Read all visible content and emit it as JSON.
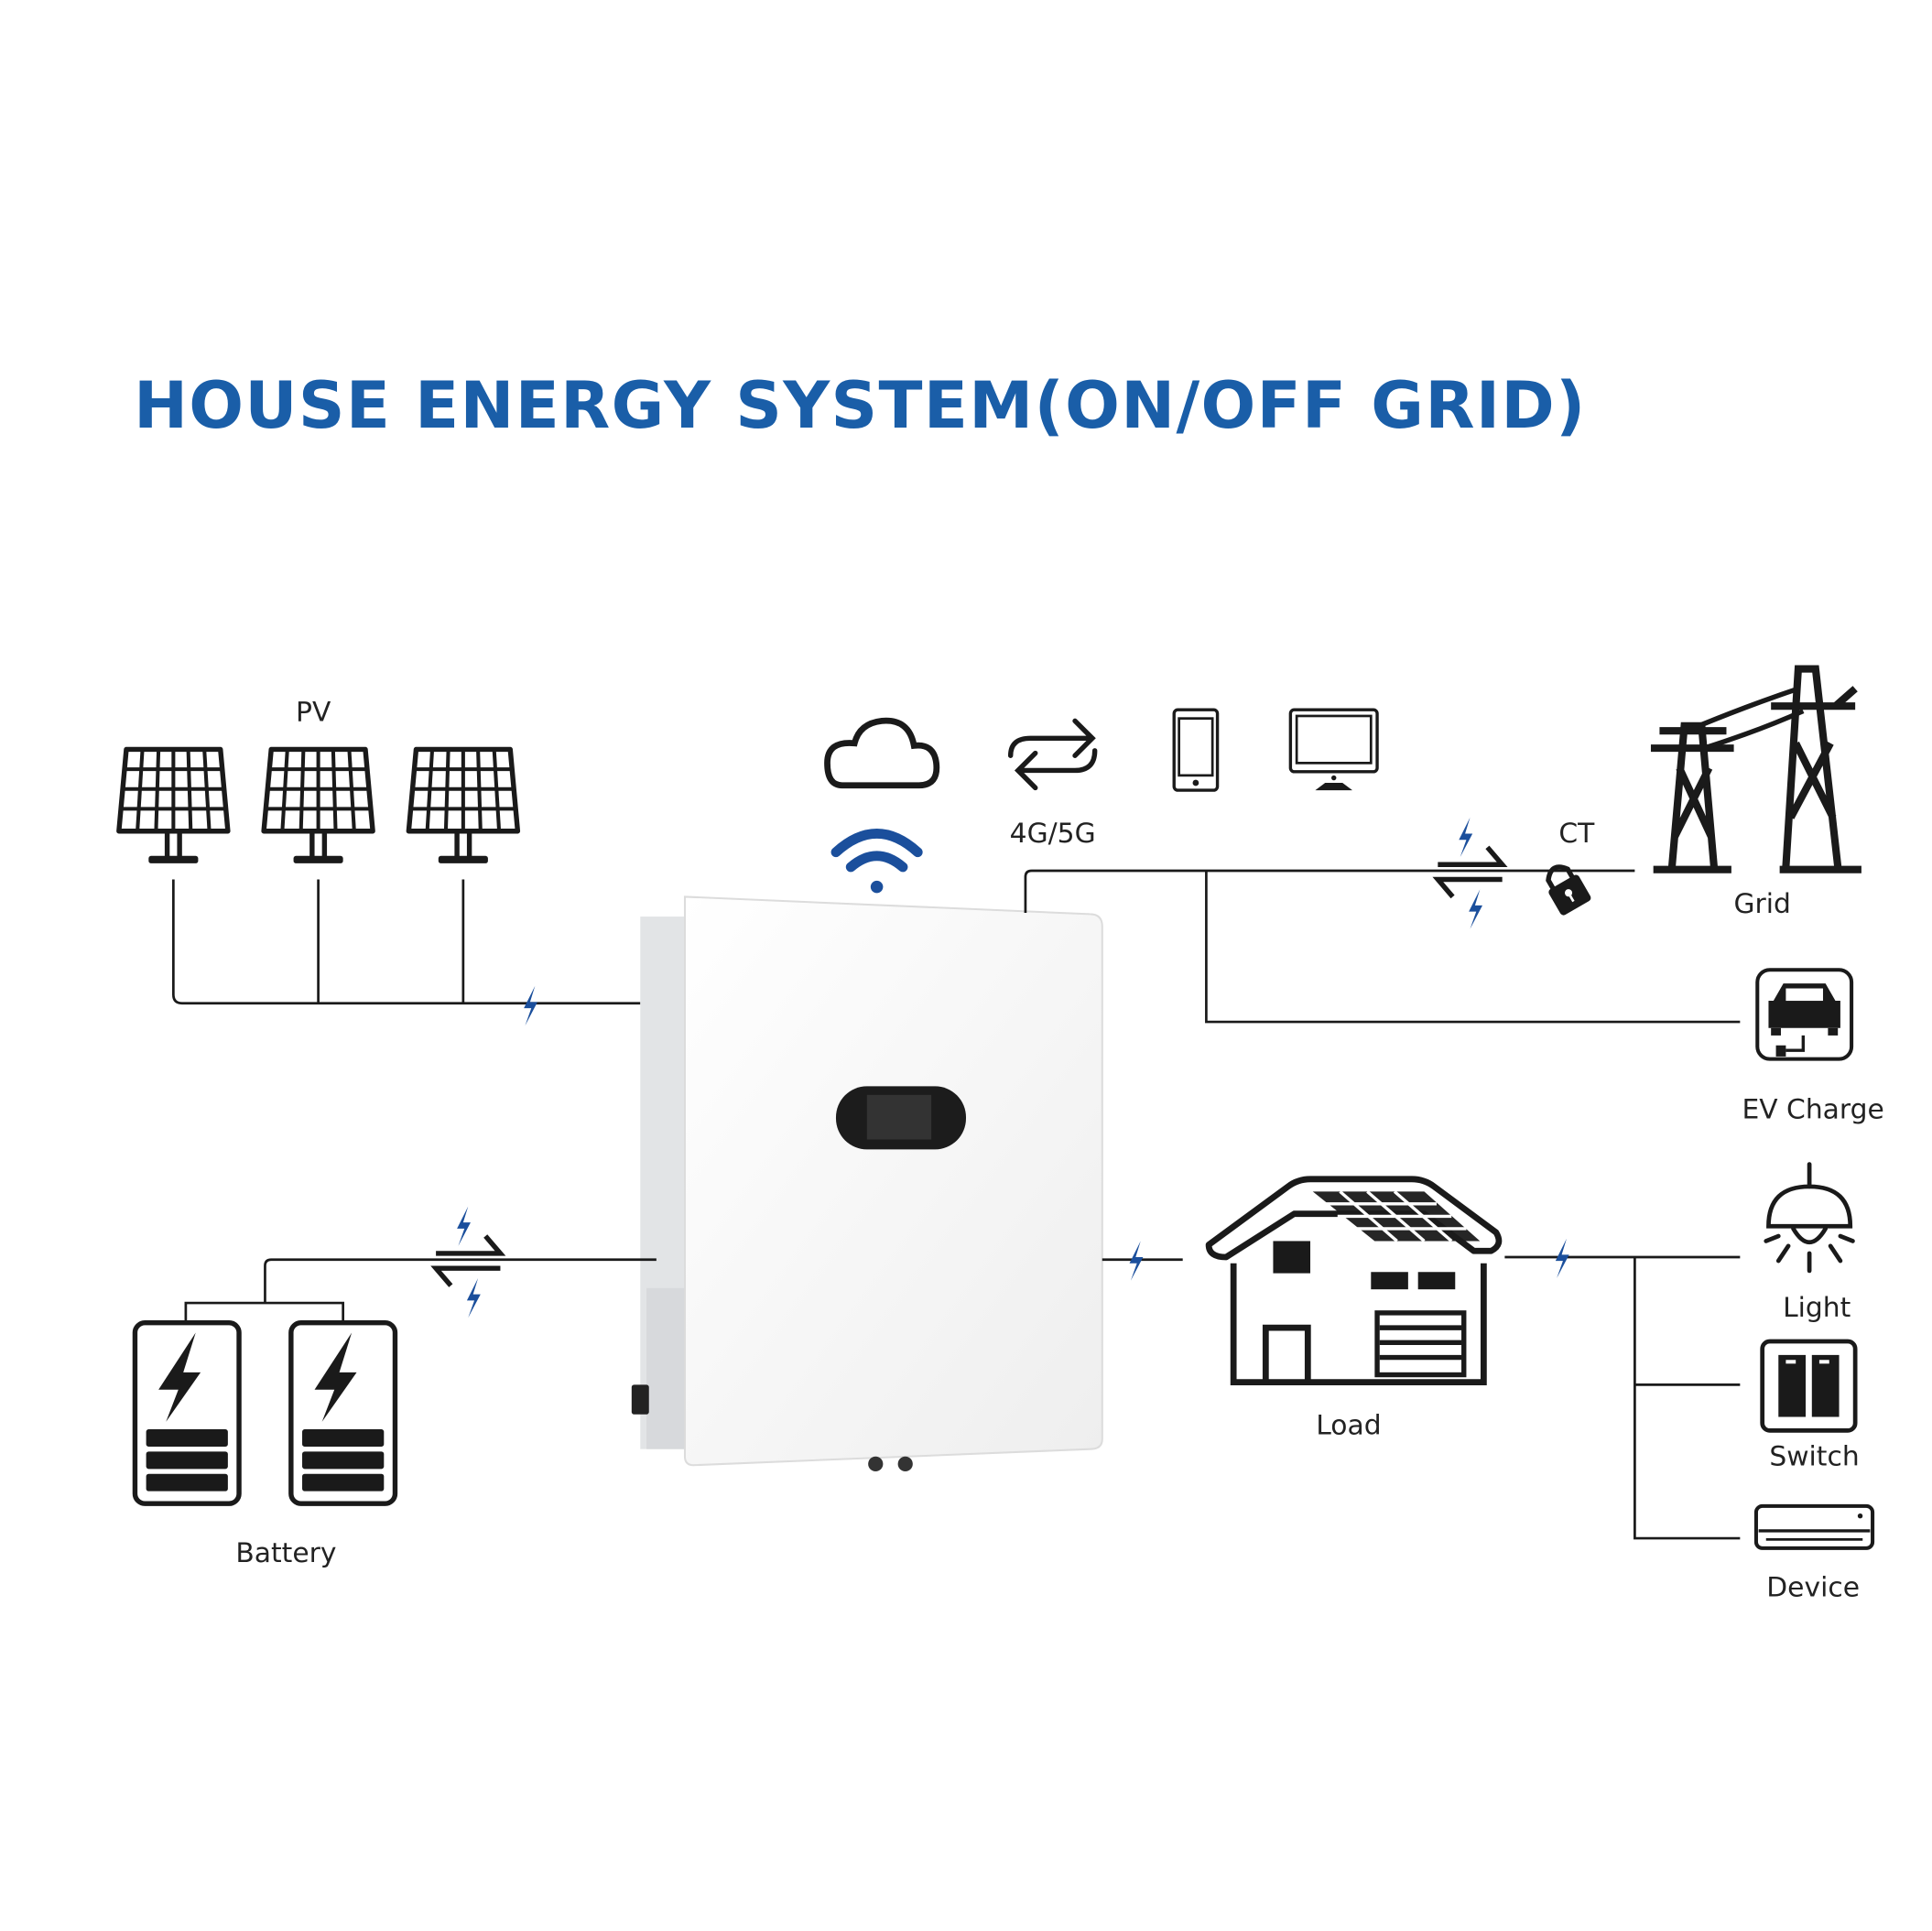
{
  "title": "HOUSE ENERGY SYSTEM(ON/OFF GRID)",
  "colors": {
    "accent": "#1a5ea8",
    "icon": "#1a1a1a",
    "bolt": "#1b4f9c"
  },
  "labels": {
    "pv": "PV",
    "network": "4G/5G",
    "ct": "CT",
    "grid": "Grid",
    "ev_charge": "EV Charge",
    "load": "Load",
    "light": "Light",
    "switch": "Switch",
    "device": "Device",
    "battery": "Battery"
  },
  "icons": [
    "solar-panel-icon",
    "cloud-icon",
    "wifi-icon",
    "swap-arrows-icon",
    "smartphone-icon",
    "monitor-icon",
    "lightning-icon",
    "lock-icon",
    "power-tower-icon",
    "ev-charger-icon",
    "house-icon",
    "lamp-icon",
    "switch-icon",
    "air-conditioner-icon",
    "battery-icon"
  ]
}
